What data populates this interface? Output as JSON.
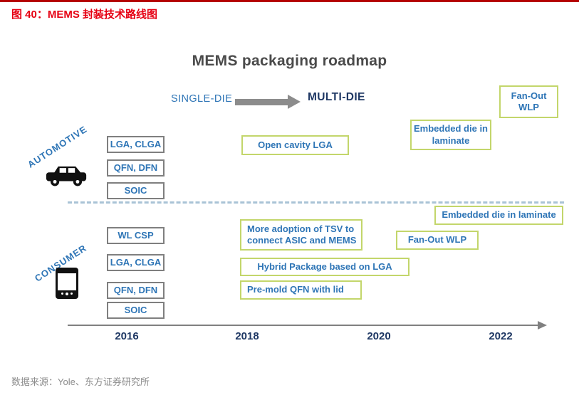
{
  "figure": {
    "caption": "图 40：MEMS 封装技术路线图",
    "source": "数据来源：Yole、东方证券研究所"
  },
  "roadmap": {
    "title": "MEMS packaging roadmap",
    "flow": {
      "from": "SINGLE-DIE",
      "to": "MULTI-DIE",
      "arrow_icon": "right-block-arrow"
    },
    "automotive": {
      "label": "AUTOMOTIVE",
      "icon": "car-icon",
      "legacy": [
        "LGA, CLGA",
        "QFN, DFN",
        "SOIC"
      ],
      "future": [
        "Open cavity LGA",
        "Embedded die in\nlaminate",
        "Fan-Out\nWLP"
      ]
    },
    "consumer": {
      "label": "CONSUMER",
      "icon": "smartphone-icon",
      "legacy": [
        "WL CSP",
        "LGA, CLGA",
        "QFN, DFN",
        "SOIC"
      ],
      "future": [
        "More adoption of TSV to\nconnect ASIC and MEMS",
        "Hybrid Package based on LGA",
        "Pre-mold QFN with lid",
        "Fan-Out WLP",
        "Embedded die in laminate"
      ]
    },
    "timeline": {
      "years": [
        "2016",
        "2018",
        "2020",
        "2022"
      ]
    },
    "colors": {
      "accent_red": "#e60013",
      "box_text_blue": "#2e75b6",
      "navy": "#1f3864",
      "green_border": "#c3d66b",
      "gray_border": "#7f7f7f"
    }
  }
}
